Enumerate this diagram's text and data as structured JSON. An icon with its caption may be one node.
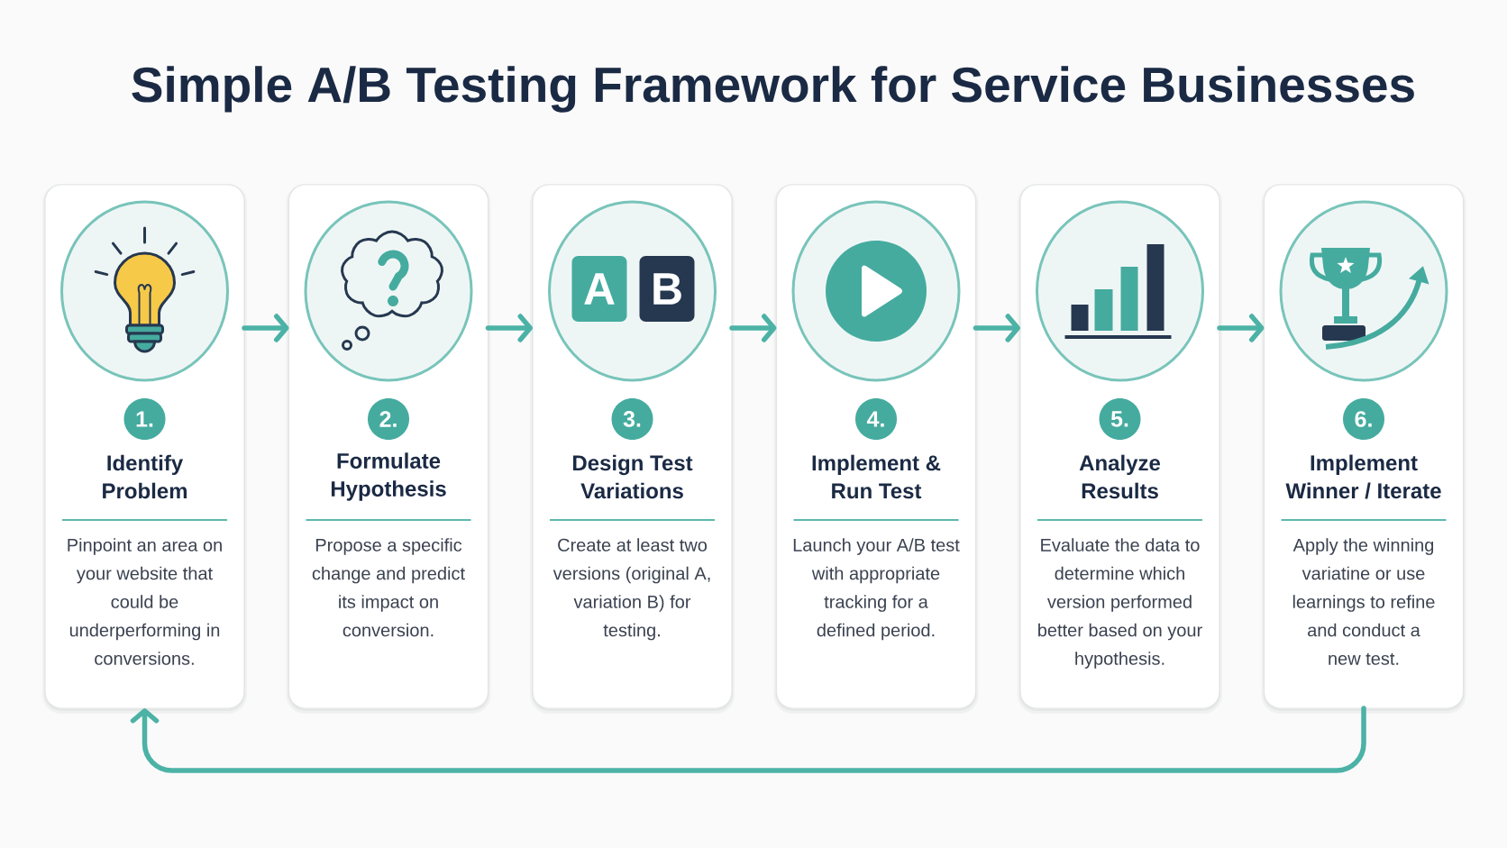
{
  "diagram": {
    "title": "Simple A/B Testing Framework for Service Businesses",
    "nodes": [
      {
        "text": [
          "Identify Problem",
          "Pinpoint an area on your website that could be underperforming in conversions."
        ]
      },
      {
        "text": [
          "1."
        ],
        "in": 0
      },
      {
        "text": [
          "Formulate Hypothesis",
          "Propose a specific change and predict its impact on conversion."
        ]
      },
      {
        "text": [
          "2."
        ],
        "in": 2
      },
      {
        "text": [
          "Design Test Variations",
          "Create at least two versions (original A, variation B) for testing."
        ]
      },
      {
        "text": [
          "3."
        ],
        "in": 4
      },
      {
        "text": [
          "Implement & Run Test",
          "Launch your A/B test with appropriate tracking for a defined period."
        ]
      },
      {
        "text": [
          "4."
        ],
        "in": 6
      },
      {
        "text": [
          "Analyze Results",
          "Evaluate the data to determine which version performed better based on your hypothesis."
        ]
      },
      {
        "text": [
          "5."
        ],
        "in": 8
      },
      {
        "text": [
          "Implement Winner / Iterate",
          "Apply the winning variatine or use learnings to refine and conduct a new test."
        ]
      },
      {
        "text": [
          "6."
        ],
        "in": 10
      }
    ],
    "edges": [
      {
        "from": 0,
        "to": 2,
        "arrow": "to"
      },
      {
        "from": 2,
        "to": 4,
        "arrow": "to"
      },
      {
        "from": 4,
        "to": 6,
        "arrow": "to"
      },
      {
        "from": 6,
        "to": 8,
        "arrow": "to"
      },
      {
        "from": 8,
        "to": 10,
        "arrow": "to"
      },
      {
        "from": 10,
        "to": 0,
        "arrow": "to"
      }
    ],
    "labels": [
      "A",
      "B"
    ]
  }
}
